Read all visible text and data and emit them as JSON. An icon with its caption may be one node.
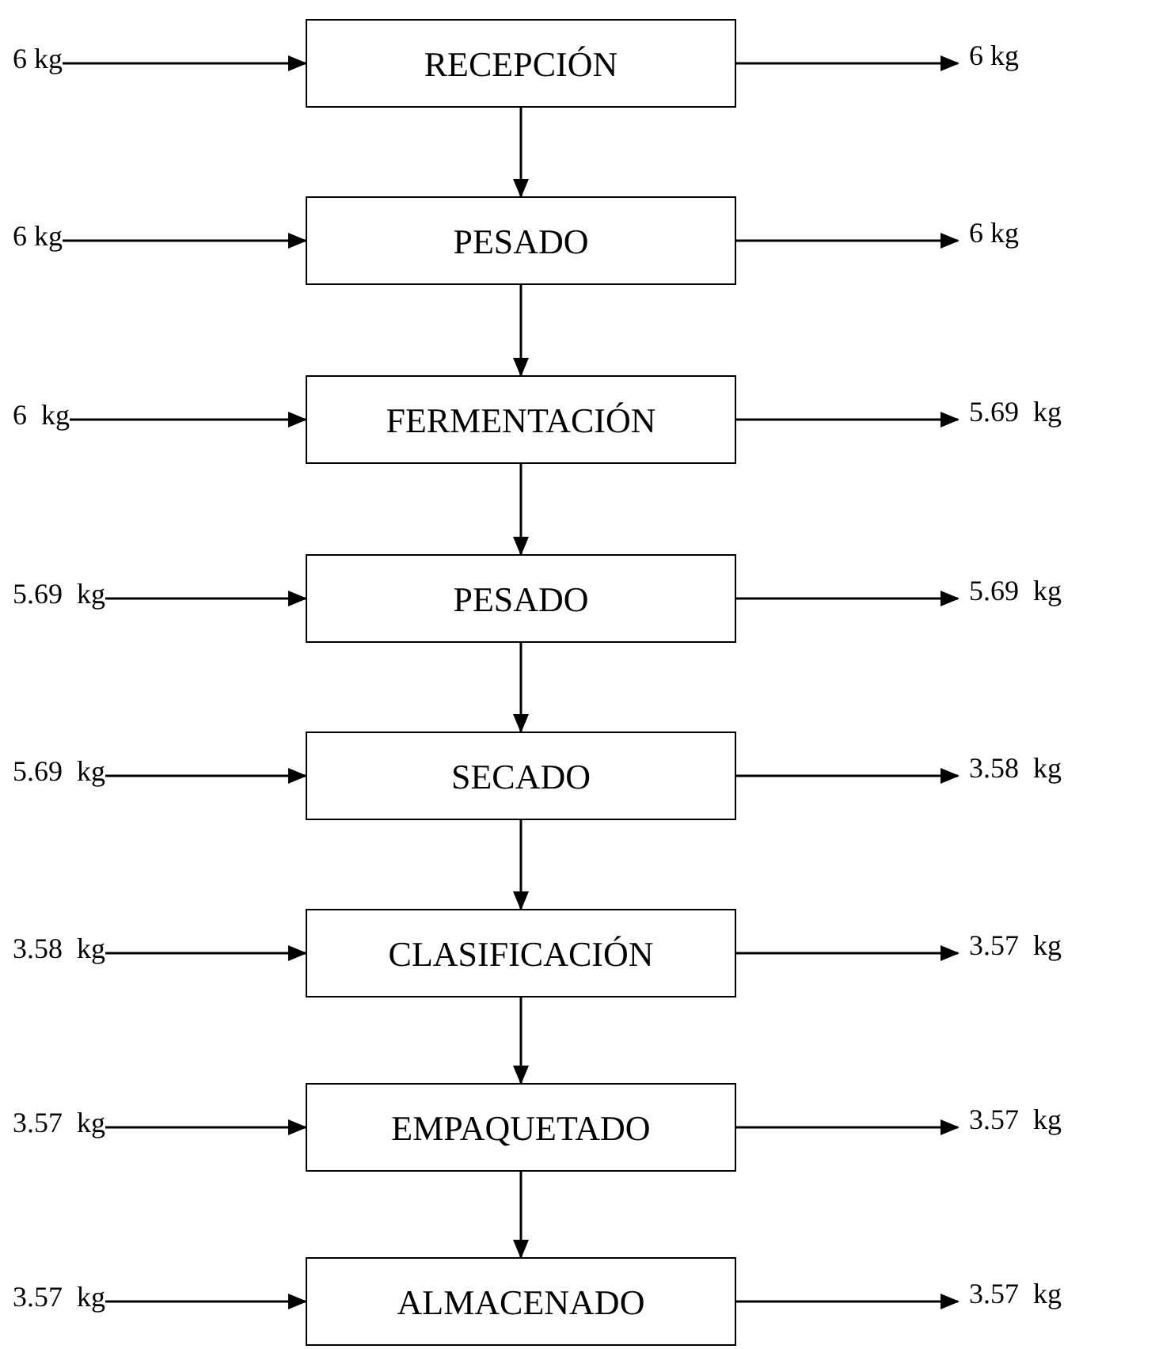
{
  "diagram": {
    "nodes": [
      {
        "text": [
          "6 kg"
        ]
      },
      {
        "text": [
          "RECEPCIÓN"
        ]
      },
      {
        "text": [
          "6 kg"
        ]
      },
      {
        "text": [
          "6 kg"
        ]
      },
      {
        "text": [
          "PESADO"
        ]
      },
      {
        "text": [
          "6 kg"
        ]
      },
      {
        "text": [
          "6  kg"
        ]
      },
      {
        "text": [
          "FERMENTACIÓN"
        ]
      },
      {
        "text": [
          "5.69  kg"
        ]
      },
      {
        "text": [
          "5.69  kg"
        ]
      },
      {
        "text": [
          "PESADO"
        ]
      },
      {
        "text": [
          "5.69  kg"
        ]
      },
      {
        "text": [
          "5.69  kg"
        ]
      },
      {
        "text": [
          "SECADO"
        ]
      },
      {
        "text": [
          "3.58  kg"
        ]
      },
      {
        "text": [
          "3.58  kg"
        ]
      },
      {
        "text": [
          "CLASIFICACIÓN"
        ]
      },
      {
        "text": [
          "3.57  kg"
        ]
      },
      {
        "text": [
          "3.57  kg"
        ]
      },
      {
        "text": [
          "EMPAQUETADO"
        ]
      },
      {
        "text": [
          "3.57  kg"
        ]
      },
      {
        "text": [
          "3.57  kg"
        ]
      },
      {
        "text": [
          "ALMACENADO"
        ]
      },
      {
        "text": [
          "3.57  kg"
        ]
      }
    ],
    "edges": [
      {
        "from": 0,
        "to": 1,
        "arrow": "to"
      },
      {
        "from": 1,
        "to": 2,
        "arrow": "to"
      },
      {
        "from": 1,
        "to": 4,
        "arrow": "to"
      },
      {
        "from": 3,
        "to": 4,
        "arrow": "to"
      },
      {
        "from": 4,
        "to": 5,
        "arrow": "to"
      },
      {
        "from": 4,
        "to": 7,
        "arrow": "to"
      },
      {
        "from": 6,
        "to": 7,
        "arrow": "to"
      },
      {
        "from": 7,
        "to": 8,
        "arrow": "to"
      },
      {
        "from": 7,
        "to": 10,
        "arrow": "to"
      },
      {
        "from": 9,
        "to": 10,
        "arrow": "to"
      },
      {
        "from": 10,
        "to": 11,
        "arrow": "to"
      },
      {
        "from": 10,
        "to": 13,
        "arrow": "to"
      },
      {
        "from": 12,
        "to": 13,
        "arrow": "to"
      },
      {
        "from": 13,
        "to": 14,
        "arrow": "to"
      },
      {
        "from": 13,
        "to": 16,
        "arrow": "to"
      },
      {
        "from": 15,
        "to": 16,
        "arrow": "to"
      },
      {
        "from": 16,
        "to": 17,
        "arrow": "to"
      },
      {
        "from": 16,
        "to": 19,
        "arrow": "to"
      },
      {
        "from": 18,
        "to": 19,
        "arrow": "to"
      },
      {
        "from": 19,
        "to": 20,
        "arrow": "to"
      },
      {
        "from": 19,
        "to": 22,
        "arrow": "to"
      },
      {
        "from": 21,
        "to": 22,
        "arrow": "to"
      },
      {
        "from": 22,
        "to": 23,
        "arrow": "to"
      }
    ]
  }
}
